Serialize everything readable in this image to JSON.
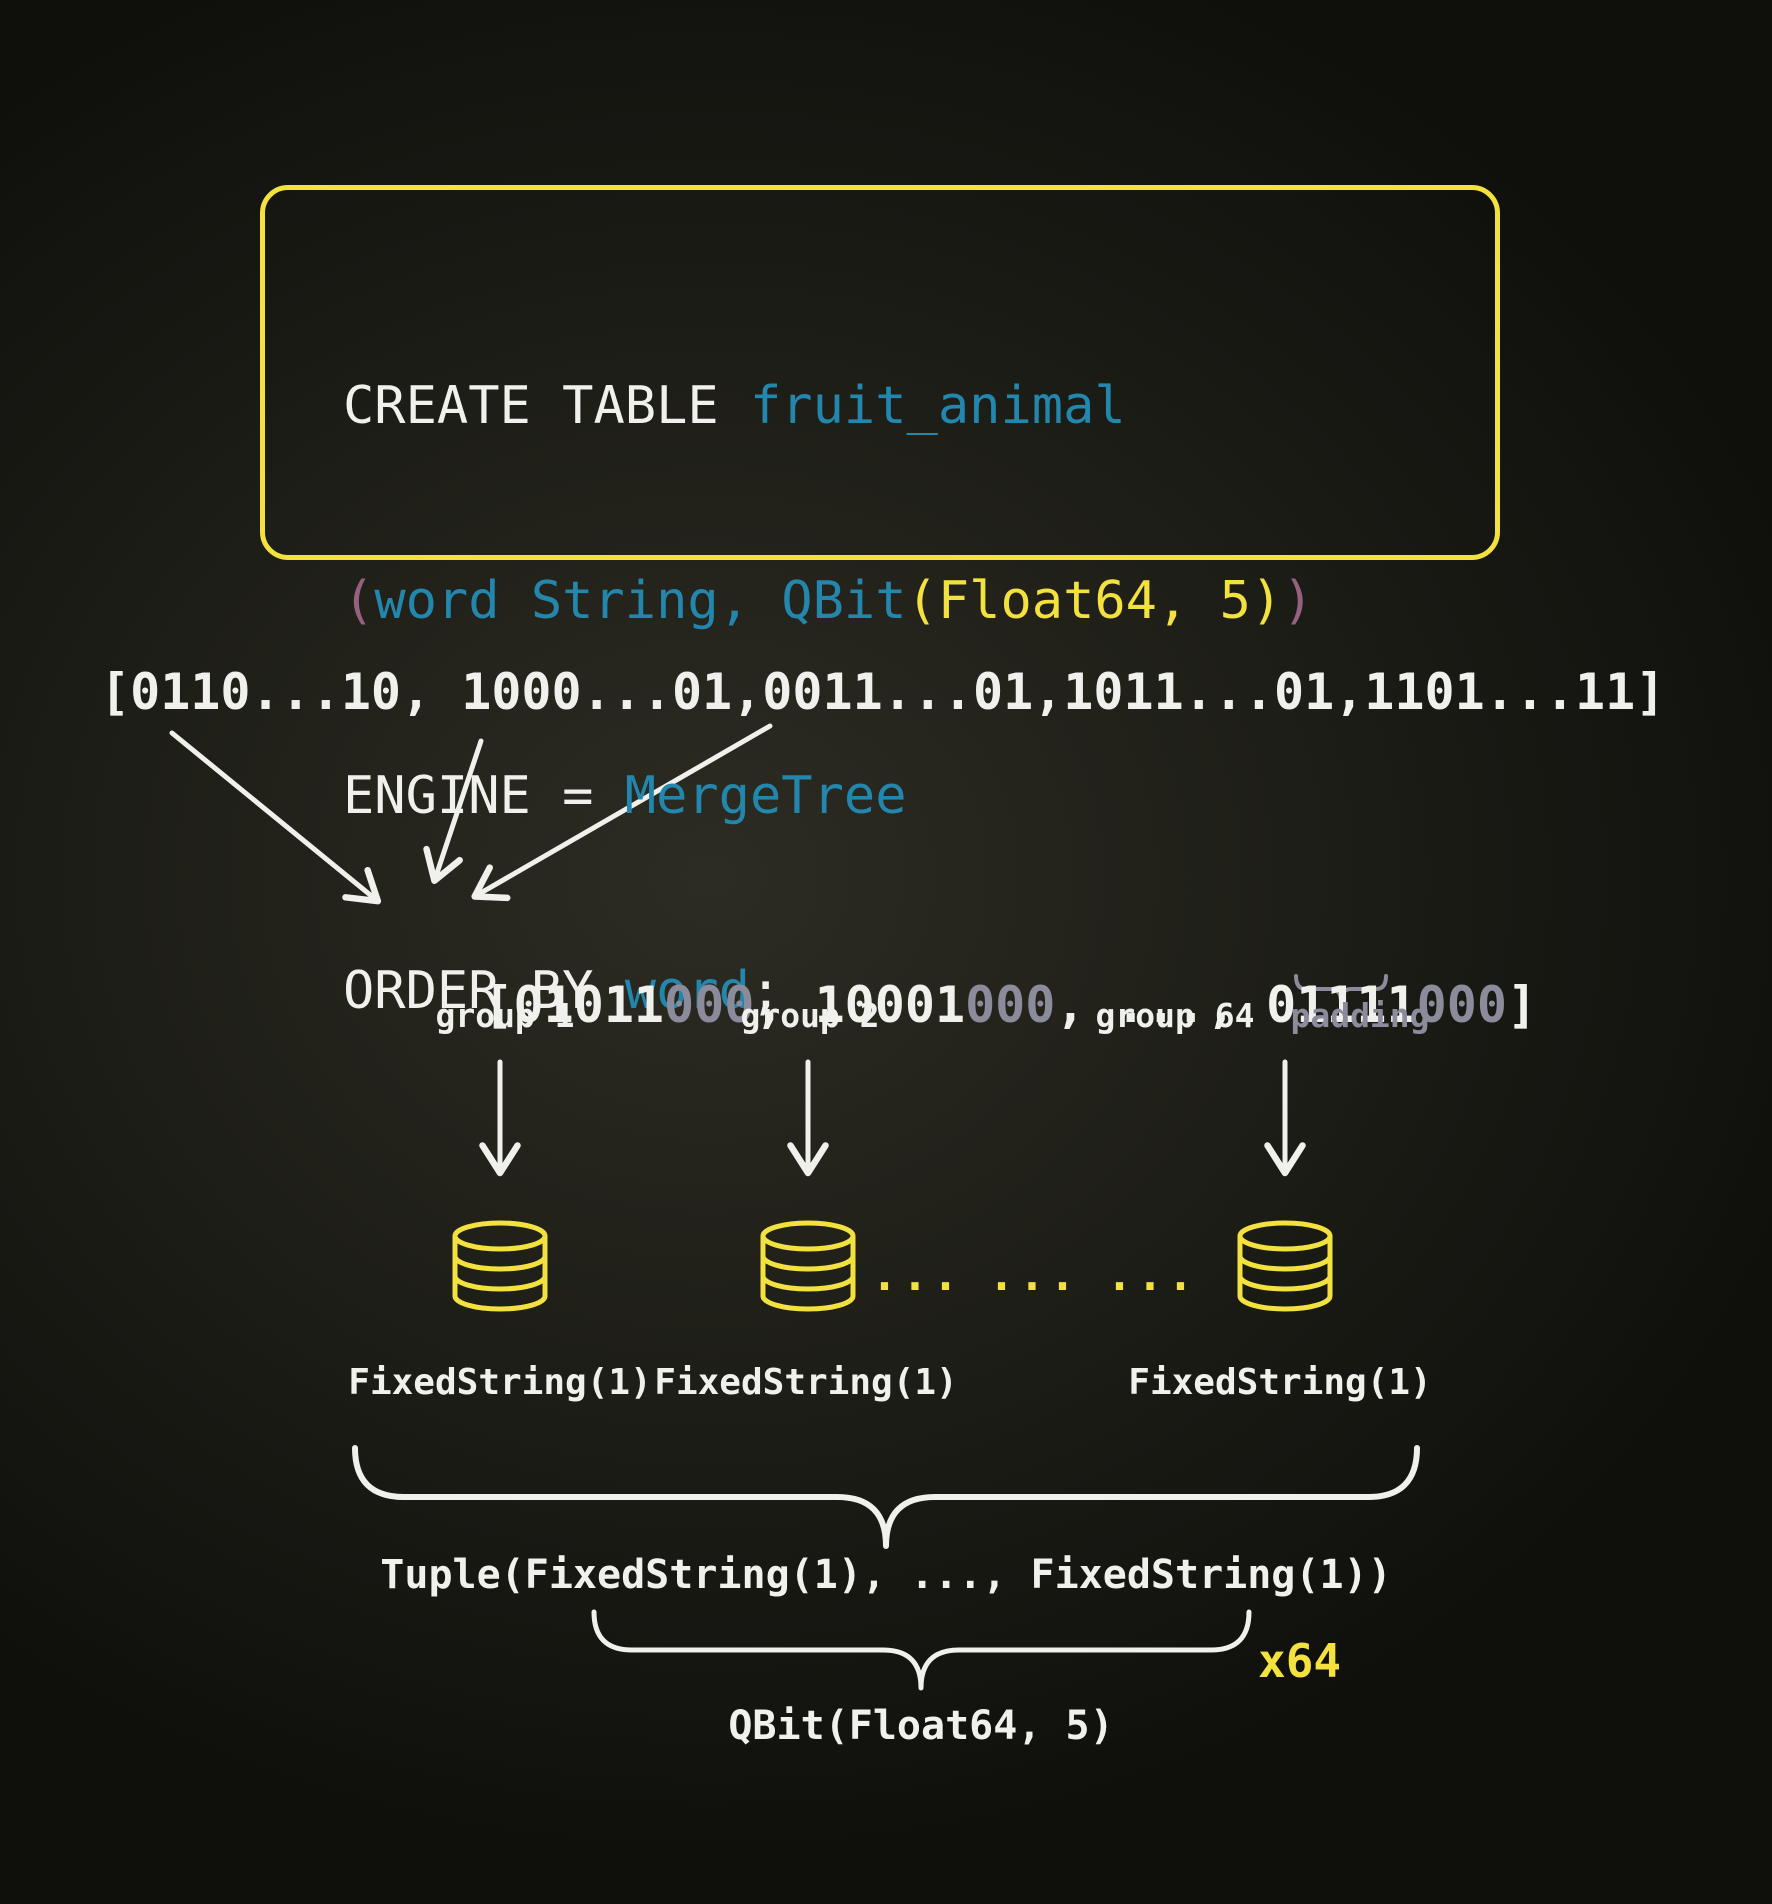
{
  "colors": {
    "yellow": "#f2e13e",
    "teal": "#2387ad",
    "purple": "#96607f",
    "white": "#f0f0ec",
    "gray": "#8b8b9b"
  },
  "icons": {
    "database": "database-cylinder",
    "arrow": "flow-arrow",
    "brace": "curly-brace"
  },
  "code": {
    "line1": [
      "CREATE TABLE ",
      "fruit_animal"
    ],
    "line2": [
      "(",
      "word String, QBit",
      "(Float64, 5)",
      ")"
    ],
    "line3": [
      "ENGINE = ",
      "MergeTree"
    ],
    "line4": [
      "ORDER BY ",
      "word",
      ";"
    ]
  },
  "array1": "[0110...10, 1000...01,0011...01,1011...01,1101...11]",
  "array2": [
    "[01011",
    "000",
    ", 10001",
    "000",
    ", ..., 01111",
    "000",
    "]"
  ],
  "group_labels": [
    "group 1",
    "group 2",
    "group 64"
  ],
  "padding_label": "padding",
  "dots": [
    "...",
    "...",
    "..."
  ],
  "fixedstring_labels": [
    "FixedString(1)",
    "FixedString(1)",
    "FixedString(1)"
  ],
  "tuple_label": "Tuple(FixedString(1), ..., FixedString(1))",
  "x64_label": "x64",
  "qbit_label": "QBit(Float64, 5)"
}
